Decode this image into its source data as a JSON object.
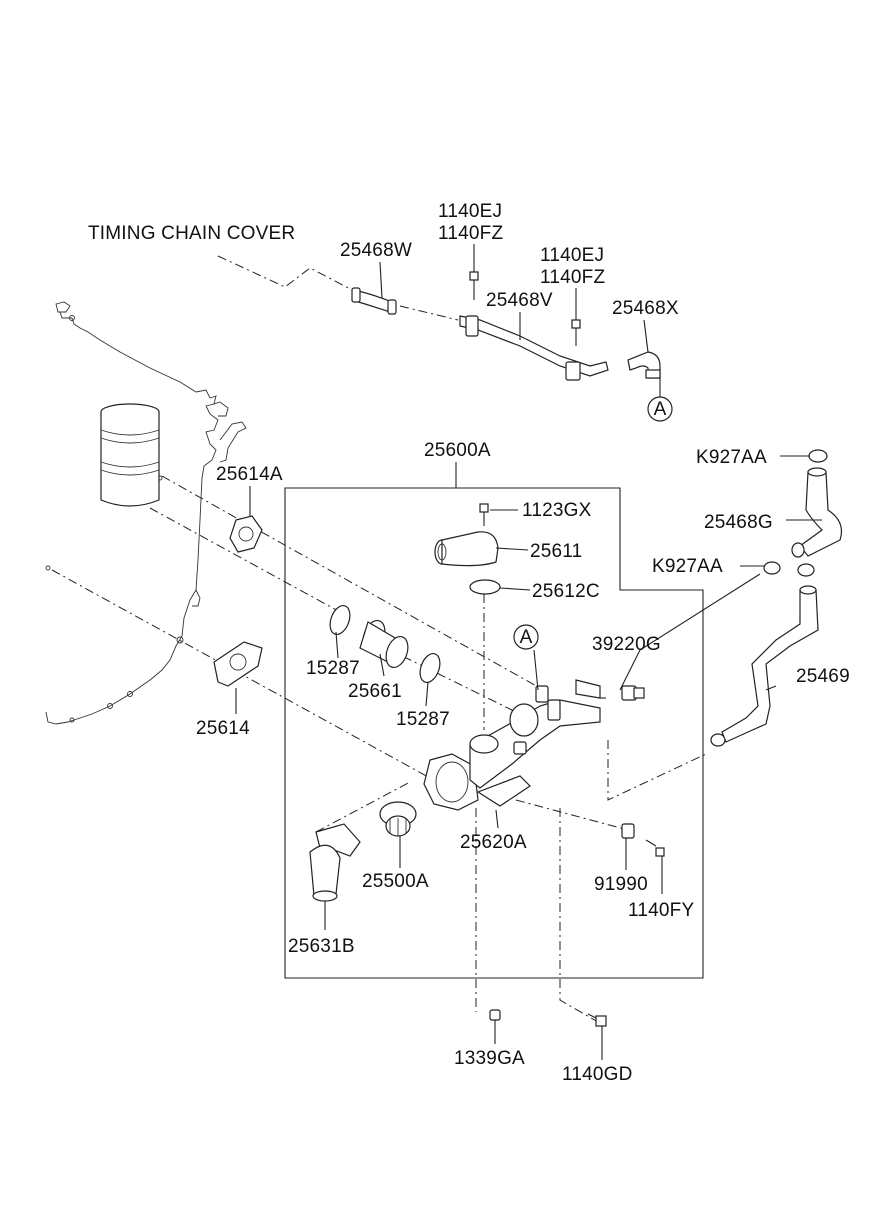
{
  "diagram": {
    "note_label": "TIMING CHAIN COVER",
    "ref_marker": "A",
    "parts": {
      "p25468W": "25468W",
      "p1140EJ_a": "1140EJ",
      "p1140FZ_a": "1140FZ",
      "p1140EJ_b": "1140EJ",
      "p1140FZ_b": "1140FZ",
      "p25468V": "25468V",
      "p25468X": "25468X",
      "p25600A": "25600A",
      "pK927AA_a": "K927AA",
      "p25614A": "25614A",
      "p1123GX": "1123GX",
      "p25611": "25611",
      "p25468G": "25468G",
      "pK927AA_b": "K927AA",
      "p25612C": "25612C",
      "p39220G": "39220G",
      "p25469": "25469",
      "p15287_a": "15287",
      "p25661": "25661",
      "p15287_b": "15287",
      "p25614": "25614",
      "p25620A": "25620A",
      "p25500A": "25500A",
      "p91990": "91990",
      "p1140FY": "1140FY",
      "p25631B": "25631B",
      "p1339GA": "1339GA",
      "p1140GD": "1140GD"
    }
  }
}
